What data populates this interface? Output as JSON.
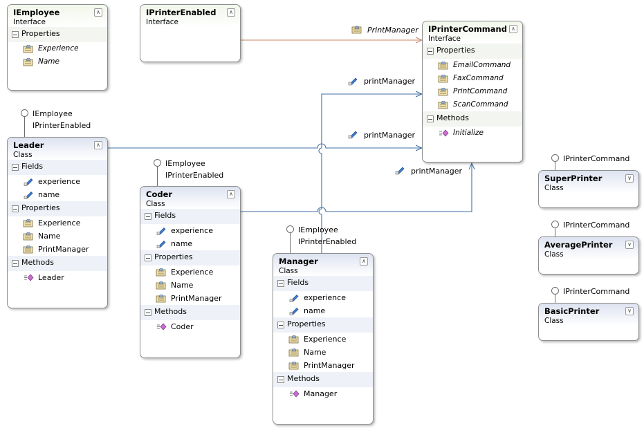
{
  "colors": {
    "interface_border": "#8d8d8d",
    "class_header": "#dde3f1",
    "interface_header": "#f1f7ea",
    "association_line": "#3d6fa3",
    "inheritance_line": "#d29b80"
  },
  "shapes": {
    "iemployee": {
      "title": "IEmployee",
      "stereotype": "Interface",
      "sections": [
        {
          "name": "Properties",
          "items": [
            {
              "label": "Experience",
              "icon": "property-icon",
              "italic": true
            },
            {
              "label": "Name",
              "icon": "property-icon",
              "italic": true
            }
          ]
        }
      ]
    },
    "iprinterenabled": {
      "title": "IPrinterEnabled",
      "stereotype": "Interface",
      "sections": []
    },
    "iprintercommand": {
      "title": "IPrinterCommand",
      "stereotype": "Interface",
      "sections": [
        {
          "name": "Properties",
          "items": [
            {
              "label": "EmailCommand",
              "icon": "property-icon",
              "italic": true
            },
            {
              "label": "FaxCommand",
              "icon": "property-icon",
              "italic": true
            },
            {
              "label": "PrintCommand",
              "icon": "property-icon",
              "italic": true
            },
            {
              "label": "ScanCommand",
              "icon": "property-icon",
              "italic": true
            }
          ]
        },
        {
          "name": "Methods",
          "items": [
            {
              "label": "Initialize",
              "icon": "method-icon",
              "italic": true
            }
          ]
        }
      ]
    },
    "leader": {
      "title": "Leader",
      "stereotype": "Class",
      "lollipop": [
        "IEmployee",
        "IPrinterEnabled"
      ],
      "sections": [
        {
          "name": "Fields",
          "items": [
            {
              "label": "experience",
              "icon": "field-icon"
            },
            {
              "label": "name",
              "icon": "field-icon"
            }
          ]
        },
        {
          "name": "Properties",
          "items": [
            {
              "label": "Experience",
              "icon": "property-icon"
            },
            {
              "label": "Name",
              "icon": "property-icon"
            },
            {
              "label": "PrintManager",
              "icon": "property-icon"
            }
          ]
        },
        {
          "name": "Methods",
          "items": [
            {
              "label": "Leader",
              "icon": "method-icon"
            }
          ]
        }
      ]
    },
    "coder": {
      "title": "Coder",
      "stereotype": "Class",
      "lollipop": [
        "IEmployee",
        "IPrinterEnabled"
      ],
      "sections": [
        {
          "name": "Fields",
          "items": [
            {
              "label": "experience",
              "icon": "field-icon"
            },
            {
              "label": "name",
              "icon": "field-icon"
            }
          ]
        },
        {
          "name": "Properties",
          "items": [
            {
              "label": "Experience",
              "icon": "property-icon"
            },
            {
              "label": "Name",
              "icon": "property-icon"
            },
            {
              "label": "PrintManager",
              "icon": "property-icon"
            }
          ]
        },
        {
          "name": "Methods",
          "items": [
            {
              "label": "Coder",
              "icon": "method-icon"
            }
          ]
        }
      ]
    },
    "manager": {
      "title": "Manager",
      "stereotype": "Class",
      "lollipop": [
        "IEmployee",
        "IPrinterEnabled"
      ],
      "sections": [
        {
          "name": "Fields",
          "items": [
            {
              "label": "experience",
              "icon": "field-icon"
            },
            {
              "label": "name",
              "icon": "field-icon"
            }
          ]
        },
        {
          "name": "Properties",
          "items": [
            {
              "label": "Experience",
              "icon": "property-icon"
            },
            {
              "label": "Name",
              "icon": "property-icon"
            },
            {
              "label": "PrintManager",
              "icon": "property-icon"
            }
          ]
        },
        {
          "name": "Methods",
          "items": [
            {
              "label": "Manager",
              "icon": "method-icon"
            }
          ]
        }
      ]
    },
    "superprinter": {
      "title": "SuperPrinter",
      "stereotype": "Class",
      "lollipop": [
        "IPrinterCommand"
      ],
      "sections": []
    },
    "averageprinter": {
      "title": "AveragePrinter",
      "stereotype": "Class",
      "lollipop": [
        "IPrinterCommand"
      ],
      "sections": []
    },
    "basicprinter": {
      "title": "BasicPrinter",
      "stereotype": "Class",
      "lollipop": [
        "IPrinterCommand"
      ],
      "sections": []
    }
  },
  "associations": {
    "printenabled_to_command": {
      "label": "PrintManager",
      "icon": "property-icon",
      "italic": true
    },
    "manager_to_command": {
      "label": "printManager",
      "icon": "field-icon"
    },
    "leader_to_command": {
      "label": "printManager",
      "icon": "field-icon"
    },
    "coder_to_command": {
      "label": "printManager",
      "icon": "field-icon"
    }
  }
}
